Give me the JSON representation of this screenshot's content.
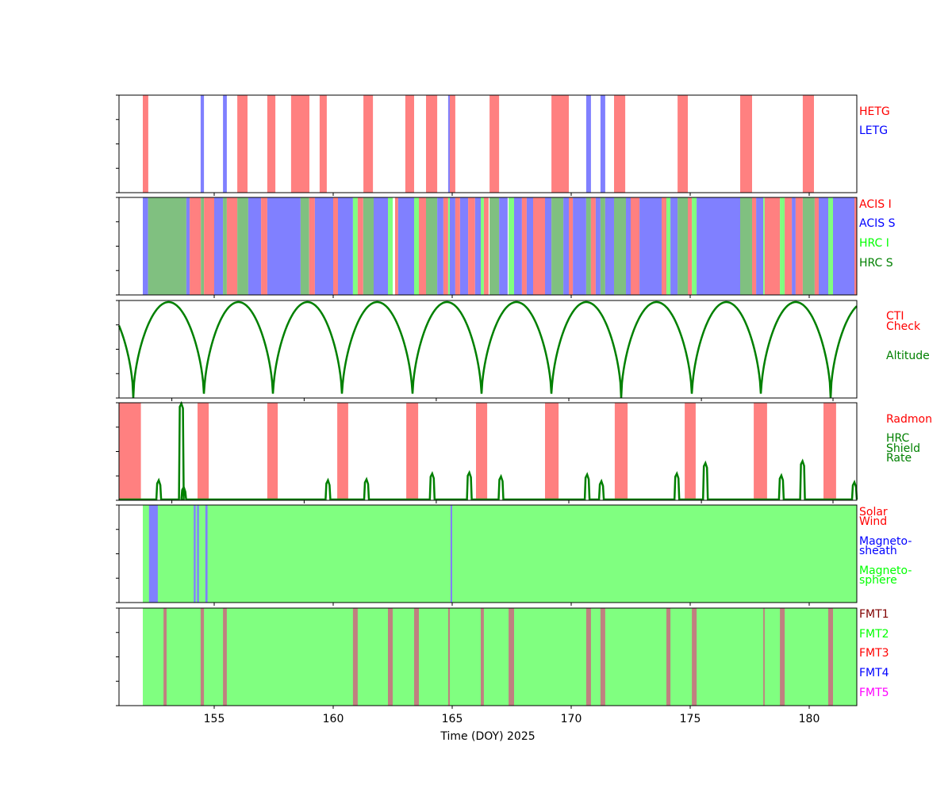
{
  "chart_data": {
    "type": "timeline",
    "xlabel": "Time (DOY) 2025",
    "xlim": [
      151.0,
      182.0
    ],
    "xticks": [
      155,
      160,
      165,
      170,
      175,
      180
    ],
    "xtick_labels": [
      "155",
      "160",
      "165",
      "170",
      "175",
      "180"
    ],
    "colors": {
      "red": "#ff8080",
      "blue": "#8080ff",
      "lime": "#80ff80",
      "green": "#80c080",
      "brown": "#c08080",
      "line": "#008000"
    },
    "panels": [
      {
        "name": "gratings",
        "legend": [
          {
            "label": "HETG",
            "color": "#ff0000"
          },
          {
            "label": "LETG",
            "color": "#0000ff"
          }
        ],
        "intervals": [
          [
            "red",
            152.0,
            152.23
          ],
          [
            "blue",
            154.43,
            154.57
          ],
          [
            "blue",
            155.37,
            155.53
          ],
          [
            "red",
            155.97,
            156.4
          ],
          [
            "red",
            157.23,
            157.57
          ],
          [
            "red",
            158.23,
            159.0
          ],
          [
            "red",
            159.43,
            159.73
          ],
          [
            "red",
            161.27,
            161.67
          ],
          [
            "red",
            163.03,
            163.4
          ],
          [
            "red",
            163.9,
            164.37
          ],
          [
            "blue",
            164.83,
            164.9
          ],
          [
            "red",
            164.9,
            165.13
          ],
          [
            "red",
            166.57,
            166.97
          ],
          [
            "red",
            169.17,
            169.9
          ],
          [
            "blue",
            170.63,
            170.83
          ],
          [
            "blue",
            171.23,
            171.43
          ],
          [
            "red",
            171.8,
            172.27
          ],
          [
            "red",
            174.47,
            174.9
          ],
          [
            "red",
            177.1,
            177.6
          ],
          [
            "red",
            179.73,
            180.2
          ]
        ]
      },
      {
        "name": "instruments",
        "legend": [
          {
            "label": "ACIS I",
            "color": "#ff0000"
          },
          {
            "label": "ACIS S",
            "color": "#0000ff"
          },
          {
            "label": "HRC I",
            "color": "#00ff00"
          },
          {
            "label": "HRC S",
            "color": "#008000"
          }
        ],
        "intervals": [
          [
            "blue",
            152.0,
            152.22
          ],
          [
            "green",
            152.22,
            153.83
          ],
          [
            "blue",
            153.83,
            153.97
          ],
          [
            "red",
            153.97,
            154.44
          ],
          [
            "green",
            154.44,
            154.57
          ],
          [
            "red",
            154.57,
            155.0
          ],
          [
            "blue",
            155.0,
            155.37
          ],
          [
            "green",
            155.37,
            155.53
          ],
          [
            "red",
            155.53,
            155.97
          ],
          [
            "green",
            155.97,
            156.43
          ],
          [
            "blue",
            156.43,
            156.97
          ],
          [
            "red",
            156.97,
            157.23
          ],
          [
            "blue",
            157.23,
            158.63
          ],
          [
            "green",
            158.63,
            158.99
          ],
          [
            "red",
            158.99,
            159.23
          ],
          [
            "blue",
            159.23,
            160.0
          ],
          [
            "red",
            160.0,
            160.2
          ],
          [
            "blue",
            160.2,
            160.83
          ],
          [
            "lime",
            160.83,
            161.03
          ],
          [
            "red",
            161.03,
            161.26
          ],
          [
            "green",
            161.26,
            161.7
          ],
          [
            "blue",
            161.7,
            162.3
          ],
          [
            "lime",
            162.3,
            162.5
          ],
          [
            "red",
            162.6,
            162.73
          ],
          [
            "blue",
            162.73,
            163.4
          ],
          [
            "lime",
            163.4,
            163.6
          ],
          [
            "red",
            163.6,
            163.9
          ],
          [
            "green",
            163.9,
            164.37
          ],
          [
            "blue",
            164.37,
            164.63
          ],
          [
            "red",
            164.63,
            164.83
          ],
          [
            "lime",
            164.83,
            164.9
          ],
          [
            "blue",
            164.9,
            165.13
          ],
          [
            "red",
            165.13,
            165.33
          ],
          [
            "blue",
            165.33,
            165.67
          ],
          [
            "red",
            165.67,
            165.96
          ],
          [
            "blue",
            165.96,
            166.2
          ],
          [
            "lime",
            166.2,
            166.33
          ],
          [
            "red",
            166.33,
            166.53
          ],
          [
            "green",
            166.57,
            166.97
          ],
          [
            "blue",
            166.97,
            167.33
          ],
          [
            "lime",
            167.37,
            167.6
          ],
          [
            "blue",
            167.6,
            167.93
          ],
          [
            "red",
            167.93,
            168.13
          ],
          [
            "blue",
            168.13,
            168.4
          ],
          [
            "red",
            168.4,
            168.9
          ],
          [
            "blue",
            168.9,
            169.17
          ],
          [
            "green",
            169.17,
            169.67
          ],
          [
            "blue",
            169.67,
            169.9
          ],
          [
            "red",
            169.9,
            170.07
          ],
          [
            "blue",
            170.07,
            170.63
          ],
          [
            "green",
            170.63,
            170.83
          ],
          [
            "red",
            170.83,
            171.03
          ],
          [
            "blue",
            171.03,
            171.23
          ],
          [
            "green",
            171.23,
            171.43
          ],
          [
            "blue",
            171.43,
            171.8
          ],
          [
            "green",
            171.8,
            172.3
          ],
          [
            "blue",
            172.3,
            172.5
          ],
          [
            "red",
            172.5,
            172.87
          ],
          [
            "blue",
            172.87,
            173.8
          ],
          [
            "red",
            173.8,
            174.0
          ],
          [
            "lime",
            174.0,
            174.17
          ],
          [
            "blue",
            174.17,
            174.47
          ],
          [
            "green",
            174.47,
            174.9
          ],
          [
            "red",
            174.9,
            175.07
          ],
          [
            "lime",
            175.07,
            175.27
          ],
          [
            "blue",
            175.27,
            177.1
          ],
          [
            "green",
            177.1,
            177.6
          ],
          [
            "red",
            177.6,
            177.77
          ],
          [
            "blue",
            177.77,
            178.07
          ],
          [
            "lime",
            178.07,
            178.13
          ],
          [
            "red",
            178.13,
            178.77
          ],
          [
            "lime",
            178.77,
            178.97
          ],
          [
            "red",
            178.97,
            179.27
          ],
          [
            "blue",
            179.27,
            179.43
          ],
          [
            "red",
            179.43,
            179.73
          ],
          [
            "green",
            179.73,
            180.23
          ],
          [
            "red",
            180.23,
            180.4
          ],
          [
            "blue",
            180.4,
            180.8
          ],
          [
            "lime",
            180.8,
            181.0
          ],
          [
            "blue",
            181.0,
            181.9
          ],
          [
            "red",
            181.9,
            182.0
          ]
        ]
      },
      {
        "name": "altitude",
        "legend": [
          {
            "label": "CTI",
            "color": "#ff0000"
          },
          {
            "label": "Check",
            "color": "#ff0000"
          },
          {
            "label": "Altitude",
            "color": "#008000"
          }
        ],
        "xticks": [
          153.22,
          158.78,
          164.33,
          169.9,
          175.47,
          181.0
        ],
        "perigee_doy": [
          151.6,
          154.57,
          157.47,
          160.37,
          163.33,
          166.23,
          169.17,
          172.1,
          175.07,
          177.97,
          180.9
        ],
        "ylim": [
          0,
          1
        ]
      },
      {
        "name": "radiation",
        "legend": [
          {
            "label": "Radmon",
            "color": "#ff0000"
          },
          {
            "label": "HRC",
            "color": "#008000"
          },
          {
            "label": "Shield",
            "color": "#008000"
          },
          {
            "label": "Rate",
            "color": "#008000"
          }
        ],
        "xticks": [
          153.22,
          158.78,
          164.33,
          169.9,
          175.47,
          181.0
        ],
        "intervals": [
          [
            "red",
            151.0,
            151.92
          ],
          [
            "red",
            154.3,
            154.77
          ],
          [
            "red",
            157.23,
            157.67
          ],
          [
            "red",
            160.17,
            160.63
          ],
          [
            "red",
            163.07,
            163.57
          ],
          [
            "red",
            166.0,
            166.47
          ],
          [
            "red",
            168.9,
            169.47
          ],
          [
            "red",
            171.83,
            172.37
          ],
          [
            "red",
            174.77,
            175.23
          ],
          [
            "red",
            177.67,
            178.23
          ],
          [
            "red",
            180.6,
            181.13
          ]
        ],
        "shield_peaks": [
          [
            152.67,
            0.2
          ],
          [
            153.62,
            1.0
          ],
          [
            153.72,
            0.13
          ],
          [
            159.78,
            0.2
          ],
          [
            161.4,
            0.21
          ],
          [
            164.16,
            0.27
          ],
          [
            165.72,
            0.28
          ],
          [
            167.05,
            0.24
          ],
          [
            170.67,
            0.26
          ],
          [
            171.27,
            0.19
          ],
          [
            174.44,
            0.27
          ],
          [
            175.64,
            0.38
          ],
          [
            178.83,
            0.25
          ],
          [
            179.72,
            0.4
          ],
          [
            181.9,
            0.18
          ]
        ],
        "ylim": [
          0,
          1
        ]
      },
      {
        "name": "region",
        "legend": [
          {
            "label": "Solar",
            "color": "#ff0000"
          },
          {
            "label": "Wind",
            "color": "#ff0000"
          },
          {
            "label": "Magneto-",
            "color": "#0000ff"
          },
          {
            "label": "sheath",
            "color": "#0000ff"
          },
          {
            "label": "Magneto-",
            "color": "#00ff00"
          },
          {
            "label": "sphere",
            "color": "#00ff00"
          }
        ],
        "intervals": [
          [
            "lime",
            152.0,
            182.0
          ],
          [
            "blue",
            152.26,
            152.63
          ],
          [
            "blue",
            154.14,
            154.22
          ],
          [
            "blue",
            154.28,
            154.36
          ],
          [
            "blue",
            154.63,
            154.72
          ],
          [
            "blue",
            164.93,
            165.0
          ]
        ]
      },
      {
        "name": "format",
        "legend": [
          {
            "label": "FMT1",
            "color": "#800000"
          },
          {
            "label": "FMT2",
            "color": "#00ff00"
          },
          {
            "label": "FMT3",
            "color": "#ff0000"
          },
          {
            "label": "FMT4",
            "color": "#0000ff"
          },
          {
            "label": "FMT5",
            "color": "#ff00ff"
          }
        ],
        "intervals": [
          [
            "lime",
            152.0,
            182.0
          ],
          [
            "brown",
            152.87,
            153.0
          ],
          [
            "brown",
            154.43,
            154.57
          ],
          [
            "brown",
            155.37,
            155.53
          ],
          [
            "brown",
            160.83,
            161.03
          ],
          [
            "brown",
            162.3,
            162.5
          ],
          [
            "brown",
            163.4,
            163.6
          ],
          [
            "brown",
            164.83,
            164.9
          ],
          [
            "brown",
            166.2,
            166.33
          ],
          [
            "brown",
            167.37,
            167.6
          ],
          [
            "brown",
            170.63,
            170.83
          ],
          [
            "brown",
            171.23,
            171.43
          ],
          [
            "brown",
            174.0,
            174.17
          ],
          [
            "brown",
            175.07,
            175.27
          ],
          [
            "brown",
            178.07,
            178.13
          ],
          [
            "brown",
            178.77,
            178.97
          ],
          [
            "brown",
            180.8,
            181.0
          ]
        ]
      }
    ]
  }
}
